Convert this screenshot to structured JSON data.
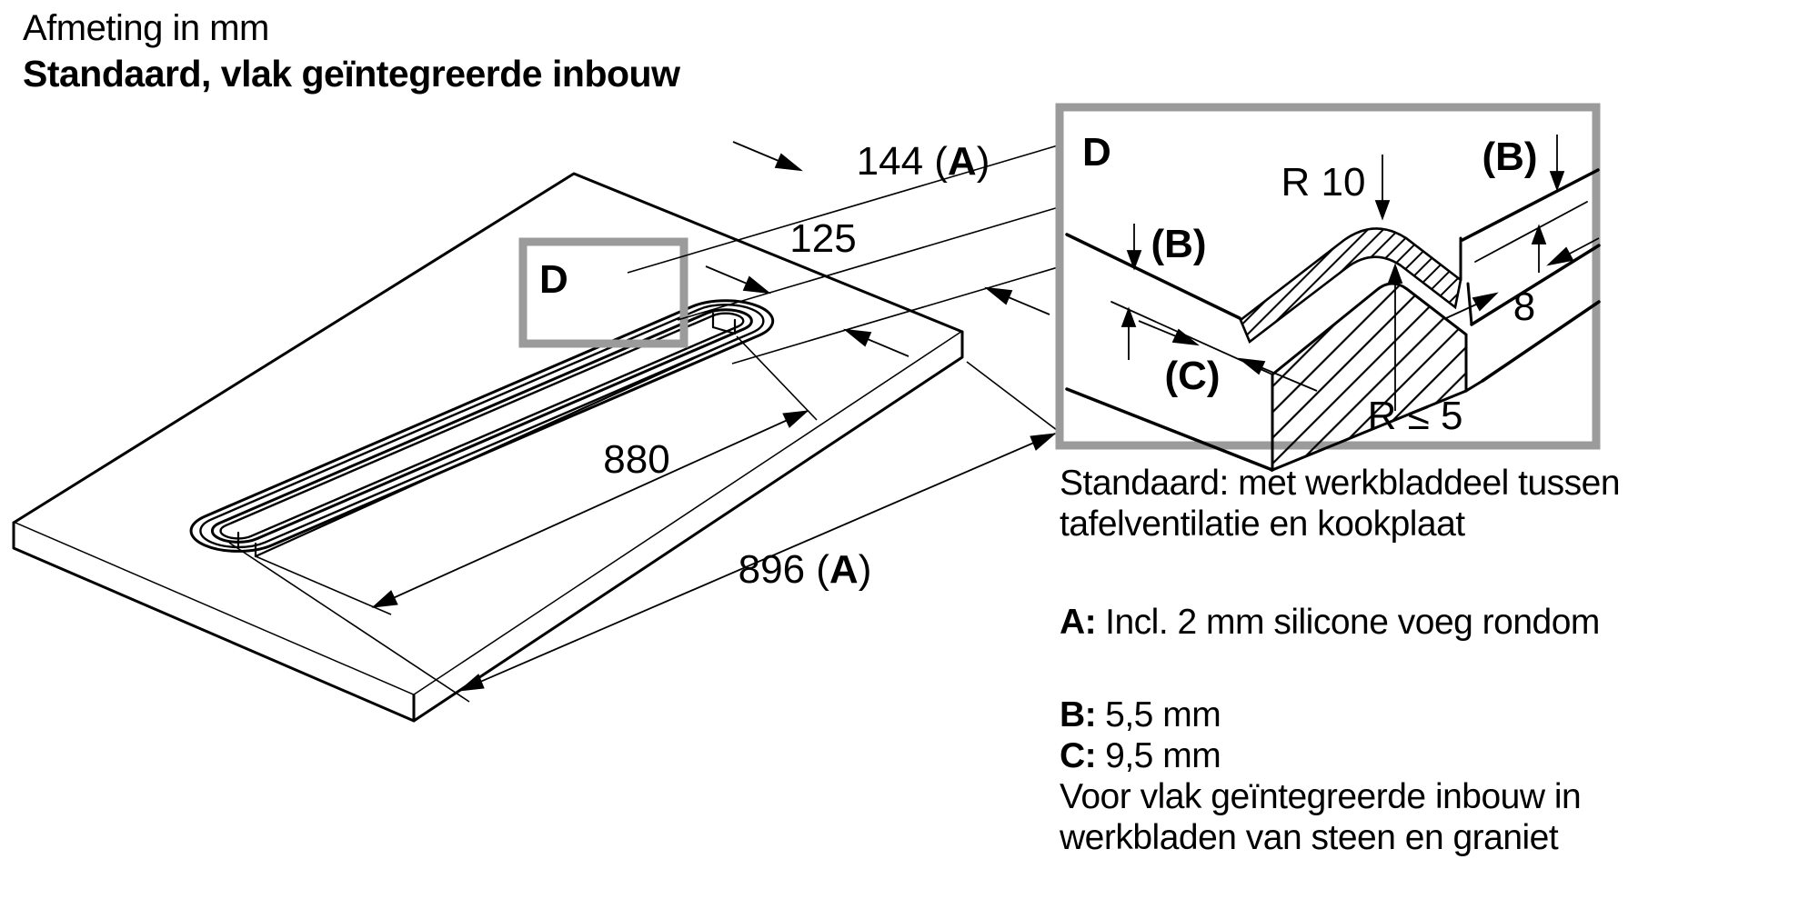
{
  "title": {
    "line1": "Afmeting in mm",
    "line2": "Standaard, vlak geïntegreerde inbouw"
  },
  "colors": {
    "line": "#000000",
    "frame_gray": "#9b9b9b",
    "background": "#ffffff"
  },
  "main_drawing": {
    "detail_marker": "D",
    "dims": {
      "width_overall": {
        "pre": "144 (",
        "bold": "A",
        "post": ")"
      },
      "width_cutout": "125",
      "length_cutout": "880",
      "length_overall": {
        "pre": "896 (",
        "bold": "A",
        "post": ")"
      }
    }
  },
  "detail_drawing": {
    "marker": "D",
    "labels": {
      "radius_top": "R 10",
      "b_left": "(B)",
      "b_right": "(B)",
      "ledge_width": "8",
      "c_depth": "(C)",
      "radius_inner": "R ≤ 5"
    }
  },
  "notes": {
    "standard_line1": "Standaard: met werkbladdeel tussen",
    "standard_line2": "tafelventilatie en kookplaat",
    "a": {
      "label": "A:",
      "text": "Incl. 2 mm silicone voeg rondom"
    },
    "b": {
      "label": "B:",
      "text": "5,5 mm"
    },
    "c": {
      "label": "C:",
      "text": "9,5 mm"
    },
    "footer_line1": "Voor vlak geïntegreerde inbouw in",
    "footer_line2": "werkbladen van steen en graniet"
  }
}
